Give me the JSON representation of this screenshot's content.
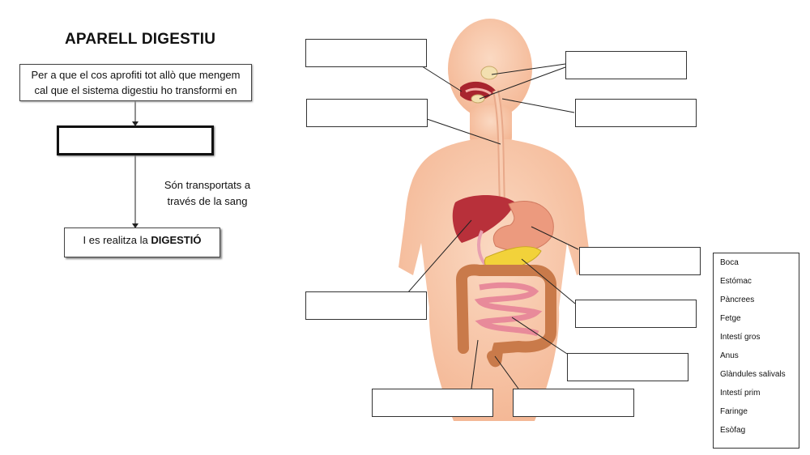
{
  "title": "APARELL DIGESTIU",
  "intro": {
    "line1": "Per a que el cos aprofiti tot allò que mengem",
    "line2": "cal que el sistema digestiu ho transformi en"
  },
  "transport": {
    "line1": "Són transportats a",
    "line2": "través de la sang"
  },
  "digestion": {
    "prefix": "I es realitza la",
    "emphasis": "DIGESTIÓ"
  },
  "word_bank": [
    "Boca",
    "Estómac",
    "Pàncrees",
    "Fetge",
    "Intestí gros",
    "Anus",
    "Glàndules salivals",
    "Intestí prim",
    "Faringe",
    "Esòfag"
  ],
  "colors": {
    "skin": "#f6c7a8",
    "liver": "#b8303a",
    "stomach": "#ec9a7e",
    "pancreas": "#f2d23a",
    "large_intestine": "#c97a4a",
    "small_intestine": "#e88a9a"
  }
}
